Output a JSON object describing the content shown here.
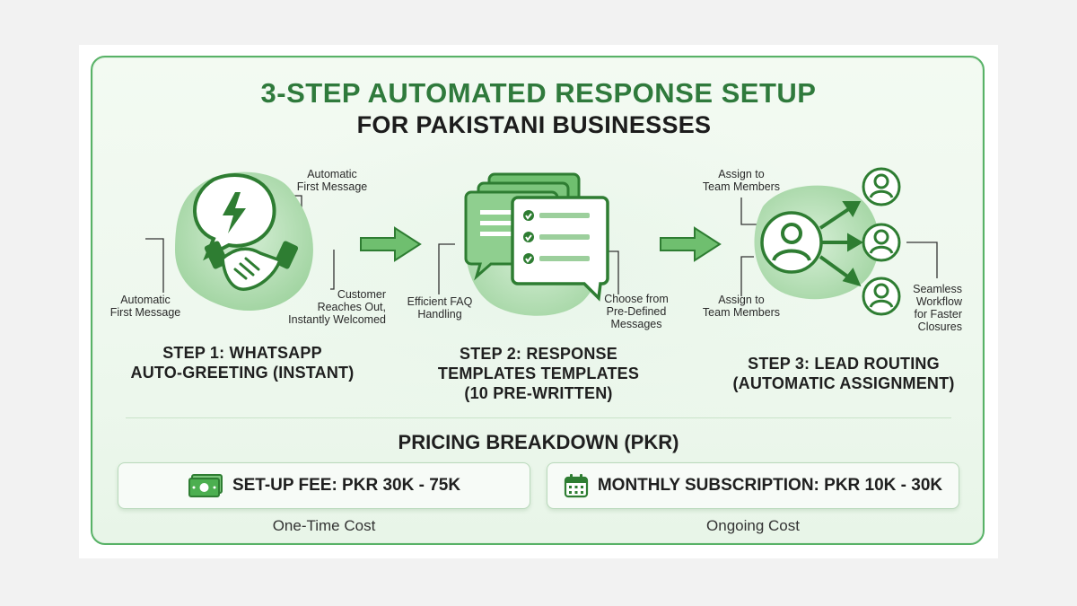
{
  "title": {
    "line1": "3-STEP AUTOMATED RESPONSE SETUP",
    "line2": "FOR PAKISTANI BUSINESSES"
  },
  "steps": [
    {
      "title_line1": "STEP 1: WHATSAPP",
      "title_line2": "AUTO-GREETING (INSTANT)",
      "icon": "chat-lightning-handshake-icon",
      "notes": {
        "top_right": [
          "Automatic",
          "First Message"
        ],
        "bottom_left": [
          "Automatic",
          "First Message"
        ],
        "bottom_right": [
          "Customer",
          "Reaches Out,",
          "Instantly Welcomed"
        ]
      }
    },
    {
      "title_line1": "STEP 2: RESPONSE",
      "title_line2": "TEMPLATES TEMPLATES",
      "title_line3": "(10 PRE-WRITTEN)",
      "icon": "message-templates-checklist-icon",
      "notes": {
        "left": [
          "Efficient FAQ",
          "Handling"
        ],
        "right": [
          "Choose from",
          "Pre-Defined",
          "Messages"
        ]
      }
    },
    {
      "title_line1": "STEP 3: LEAD ROUTING",
      "title_line2": "(AUTOMATIC ASSIGNMENT)",
      "icon": "lead-routing-team-icon",
      "notes": {
        "top_left": [
          "Assign to",
          "Team Members"
        ],
        "bottom_left": [
          "Assign to",
          "Team Members"
        ],
        "right": [
          "Seamless",
          "Workflow",
          "for Faster",
          "Closures"
        ]
      }
    }
  ],
  "pricing": {
    "title": "PRICING BREAKDOWN (PKR)",
    "items": [
      {
        "icon": "cash-icon",
        "label": "SET-UP FEE: PKR 30K - 75K",
        "sub": "One-Time Cost"
      },
      {
        "icon": "calendar-icon",
        "label": "MONTHLY SUBSCRIPTION: PKR 10K - 30K",
        "sub": "Ongoing Cost"
      }
    ]
  },
  "colors": {
    "accent": "#2f7a3c",
    "border": "#58b267",
    "blob": "#a8d8a8",
    "icon_dark": "#2e7d32"
  }
}
